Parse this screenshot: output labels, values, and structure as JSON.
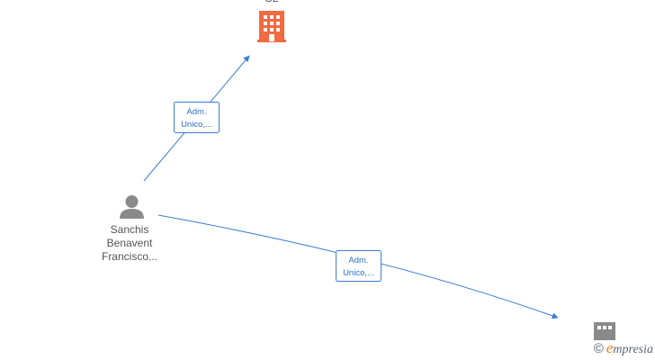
{
  "nodes": {
    "company_top": {
      "label": "SL",
      "icon": "building-icon",
      "color": "#f26a3f"
    },
    "person": {
      "label_lines": [
        "Sanchis",
        "Benavent",
        "Francisco..."
      ],
      "icon": "person-icon",
      "color": "#8a8a8a"
    },
    "company_bottom": {
      "icon": "building-icon",
      "color": "#8a8a8a"
    }
  },
  "edges": [
    {
      "from": "person",
      "to": "company_top",
      "label_lines": [
        "Adm.",
        "Unico,..."
      ]
    },
    {
      "from": "person",
      "to": "company_bottom",
      "label_lines": [
        "Adm.",
        "Unico,..."
      ]
    }
  ],
  "colors": {
    "edge": "#3b7dd8",
    "edge_label": "#2f6fcf"
  },
  "watermark": {
    "copyright": "©",
    "brand_initial": "e",
    "brand_rest": "mpresia"
  }
}
